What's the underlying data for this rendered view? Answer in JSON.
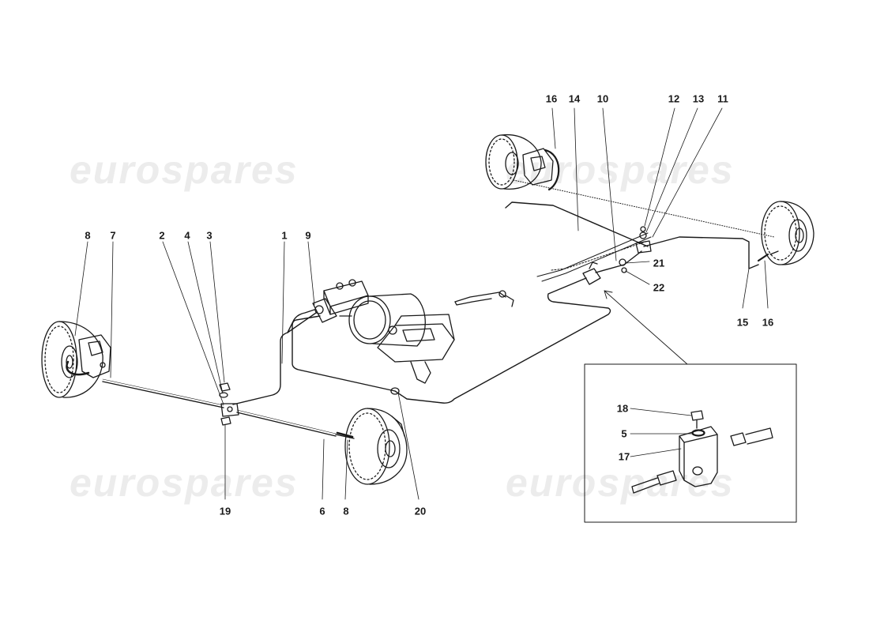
{
  "watermark_text": "eurospares",
  "callouts": {
    "c1": "1",
    "c2": "2",
    "c3": "3",
    "c4": "4",
    "c5": "5",
    "c6": "6",
    "c7": "7",
    "c8a": "8",
    "c8b": "8",
    "c9": "9",
    "c10": "10",
    "c11": "11",
    "c12": "12",
    "c13": "13",
    "c14": "14",
    "c15": "15",
    "c16a": "16",
    "c16b": "16",
    "c17": "17",
    "c18": "18",
    "c19": "19",
    "c20": "20",
    "c21": "21",
    "c22": "22"
  },
  "colors": {
    "line": "#1a1a1a",
    "watermark": "#ececec",
    "background": "#ffffff"
  }
}
